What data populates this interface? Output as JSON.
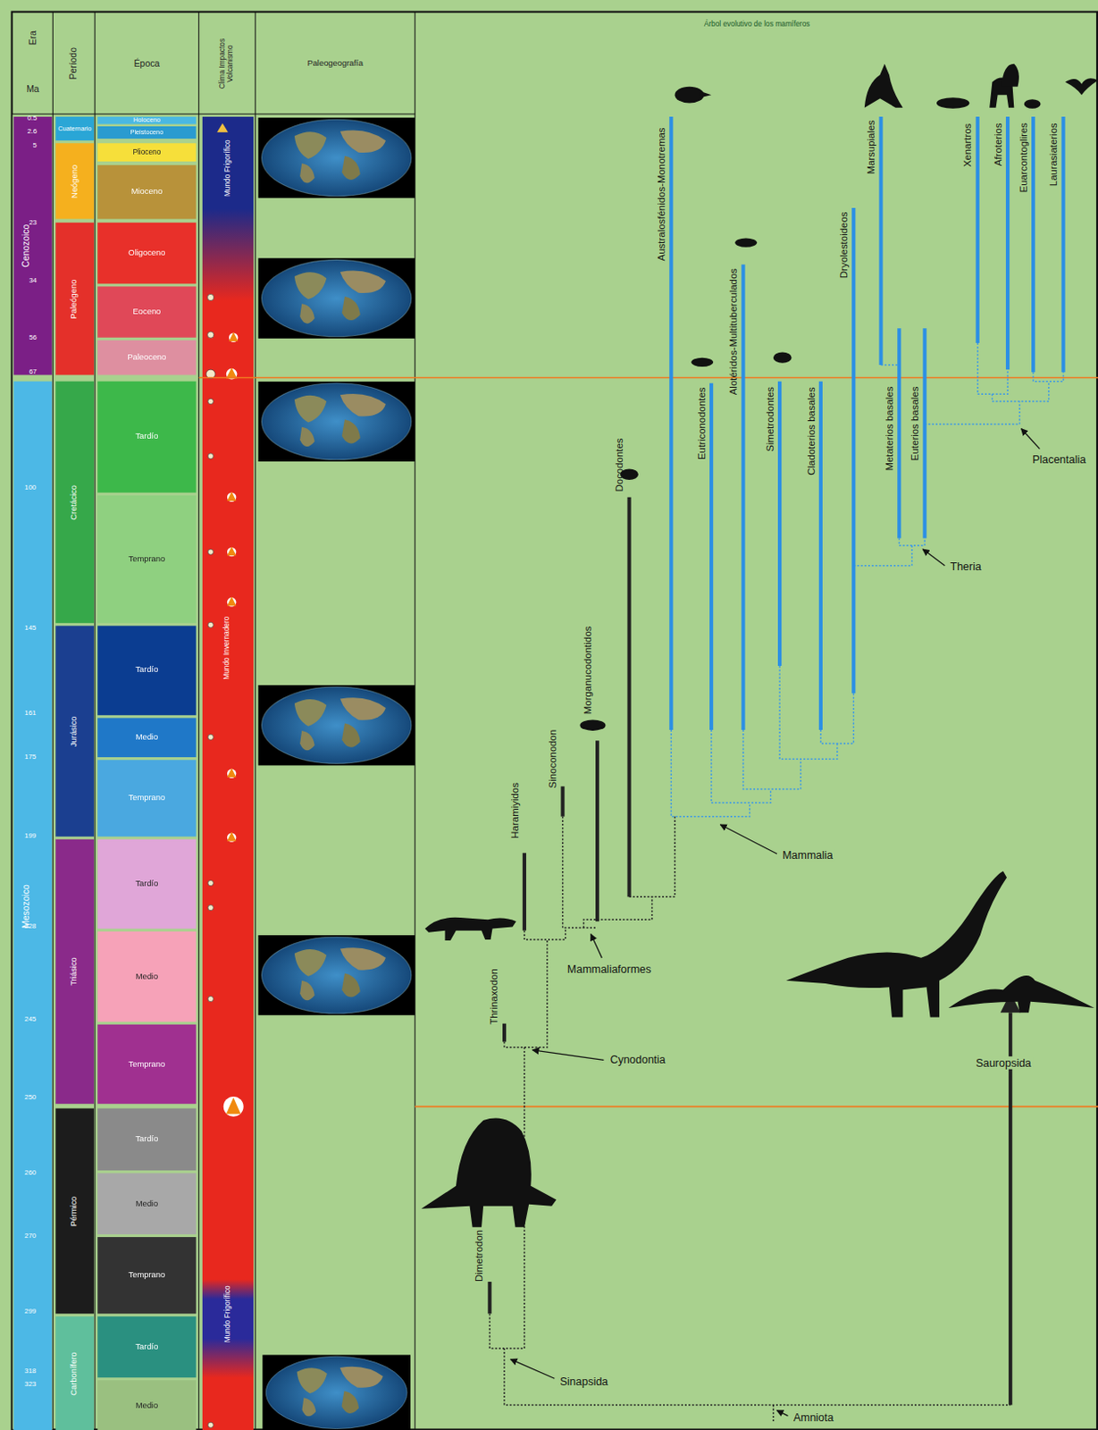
{
  "diagram": {
    "title": "Árbol evolutivo de los mamíferos",
    "nodes": [
      {
        "text": [
          "Era",
          "Ma"
        ]
      },
      {
        "text": [
          "Período"
        ]
      },
      {
        "text": [
          "Época"
        ]
      },
      {
        "text": [
          "Clima Impactos Volcanismo"
        ]
      },
      {
        "text": [
          "Paleogeografía"
        ]
      },
      {
        "text": [
          "Cenozoico"
        ]
      },
      {
        "text": [
          "Mesozoico"
        ]
      },
      {
        "text": [
          "Cuaternario"
        ]
      },
      {
        "text": [
          "Neógeno"
        ]
      },
      {
        "text": [
          "Paleógeno"
        ]
      },
      {
        "text": [
          "Cretácico"
        ]
      },
      {
        "text": [
          "Jurásico"
        ]
      },
      {
        "text": [
          "Triásico"
        ]
      },
      {
        "text": [
          "Pérmico"
        ]
      },
      {
        "text": [
          "Carbonífero"
        ]
      },
      {
        "text": [
          "Holoceno"
        ]
      },
      {
        "text": [
          "Pleistoceno"
        ]
      },
      {
        "text": [
          "Plioceno"
        ]
      },
      {
        "text": [
          "Mioceno"
        ]
      },
      {
        "text": [
          "Oligoceno"
        ]
      },
      {
        "text": [
          "Eoceno"
        ]
      },
      {
        "text": [
          "Paleoceno"
        ]
      },
      {
        "text": [
          "Tardío"
        ]
      },
      {
        "text": [
          "Temprano"
        ]
      },
      {
        "text": [
          "Tardío"
        ]
      },
      {
        "text": [
          "Medio"
        ]
      },
      {
        "text": [
          "Temprano"
        ]
      },
      {
        "text": [
          "Tardío"
        ]
      },
      {
        "text": [
          "Medio"
        ]
      },
      {
        "text": [
          "Temprano"
        ]
      },
      {
        "text": [
          "Tardío"
        ]
      },
      {
        "text": [
          "Medio"
        ]
      },
      {
        "text": [
          "Temprano"
        ]
      },
      {
        "text": [
          "Tardío"
        ]
      },
      {
        "text": [
          "Medio"
        ]
      },
      {
        "text": [
          "Mundo Frigorífico"
        ]
      },
      {
        "text": [
          "Mundo Invernadero"
        ]
      },
      {
        "text": [
          "Mundo Frigorífico"
        ]
      }
    ],
    "labels": [
      "0.5",
      "2.6",
      "5",
      "23",
      "34",
      "56",
      "67",
      "100",
      "145",
      "161",
      "175",
      "199",
      "228",
      "245",
      "250",
      "260",
      "270",
      "299",
      "318",
      "323",
      "Dimetrodon",
      "Thrinaxodon",
      "Haramiyidos",
      "Sinoconodon",
      "Morganucodontidos",
      "Docodontes",
      "Australosfénidos-Monotremas",
      "Eutriconodontes",
      "Alotéridos-Multituberculados",
      "Simetrodontes",
      "Cladoterios basales",
      "Dryolestoideos",
      "Marsupiales",
      "Metaterios basales",
      "Euterios basales",
      "Xenartros",
      "Afroterios",
      "Euarcontoglires",
      "Laurasiaterios",
      "Sinapsida",
      "Amniota",
      "Cynodontia",
      "Mammaliaformes",
      "Mammalia",
      "Theria",
      "Placentalia",
      "Sauropsida"
    ]
  }
}
